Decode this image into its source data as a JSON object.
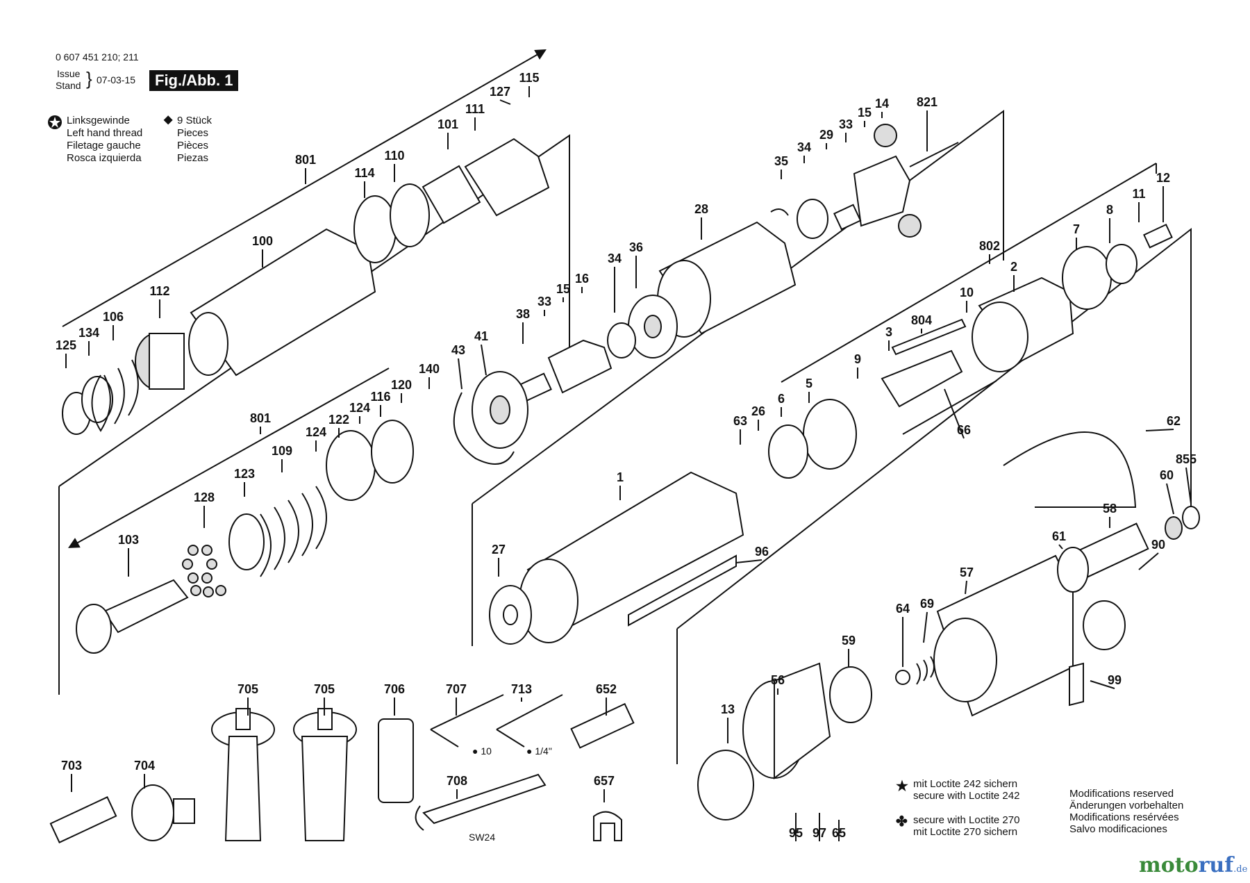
{
  "header": {
    "part_numbers": "0 607 451 210; 211",
    "issue_label": "Issue",
    "stand_label": "Stand",
    "date": "07-03-15",
    "figure": "Fig./Abb. 1"
  },
  "legend": {
    "left_hand_thread": [
      "Linksgewinde",
      "Left hand thread",
      "Filetage gauche",
      "Rosca izquierda"
    ],
    "pieces": [
      "9 Stück",
      "Pieces",
      "Pièces",
      "Piezas"
    ]
  },
  "notes": {
    "loctite_242": [
      "mit Loctite 242 sichern",
      "secure with Loctite 242"
    ],
    "loctite_270": [
      "secure with Loctite 270",
      "mit Loctite 270 sichern"
    ],
    "modifications": [
      "Modifications reserved",
      "Änderungen vorbehalten",
      "Modifications resérvées",
      "Salvo modificaciones"
    ]
  },
  "tool_labels": {
    "hex_10": "10",
    "hex_quarter": "1/4\"",
    "wrench": "SW24"
  },
  "watermark": {
    "part1": "moto",
    "part2": "ruf",
    "tld": ".de"
  },
  "parts": [
    {
      "label": "801",
      "name": "part-801-top"
    },
    {
      "label": "114",
      "name": "part-114"
    },
    {
      "label": "110",
      "name": "part-110"
    },
    {
      "label": "101",
      "name": "part-101"
    },
    {
      "label": "111",
      "name": "part-111"
    },
    {
      "label": "127",
      "name": "part-127"
    },
    {
      "label": "115",
      "name": "part-115"
    },
    {
      "label": "100",
      "name": "part-100"
    },
    {
      "label": "112",
      "name": "part-112"
    },
    {
      "label": "106",
      "name": "part-106"
    },
    {
      "label": "134",
      "name": "part-134"
    },
    {
      "label": "125",
      "name": "part-125"
    },
    {
      "label": "821",
      "name": "part-821"
    },
    {
      "label": "14",
      "name": "part-14"
    },
    {
      "label": "15",
      "name": "part-15-top"
    },
    {
      "label": "33",
      "name": "part-33-top"
    },
    {
      "label": "29",
      "name": "part-29"
    },
    {
      "label": "34",
      "name": "part-34-top"
    },
    {
      "label": "35",
      "name": "part-35"
    },
    {
      "label": "28",
      "name": "part-28"
    },
    {
      "label": "12",
      "name": "part-12"
    },
    {
      "label": "11",
      "name": "part-11"
    },
    {
      "label": "8",
      "name": "part-8"
    },
    {
      "label": "7",
      "name": "part-7"
    },
    {
      "label": "802",
      "name": "part-802"
    },
    {
      "label": "2",
      "name": "part-2"
    },
    {
      "label": "10",
      "name": "part-10"
    },
    {
      "label": "804",
      "name": "part-804"
    },
    {
      "label": "3",
      "name": "part-3"
    },
    {
      "label": "9",
      "name": "part-9"
    },
    {
      "label": "5",
      "name": "part-5"
    },
    {
      "label": "6",
      "name": "part-6"
    },
    {
      "label": "26",
      "name": "part-26"
    },
    {
      "label": "63",
      "name": "part-63"
    },
    {
      "label": "66",
      "name": "part-66"
    },
    {
      "label": "36",
      "name": "part-36"
    },
    {
      "label": "34",
      "name": "part-34-mid"
    },
    {
      "label": "16",
      "name": "part-16"
    },
    {
      "label": "15",
      "name": "part-15-mid"
    },
    {
      "label": "33",
      "name": "part-33-mid"
    },
    {
      "label": "38",
      "name": "part-38"
    },
    {
      "label": "41",
      "name": "part-41"
    },
    {
      "label": "43",
      "name": "part-43"
    },
    {
      "label": "140",
      "name": "part-140"
    },
    {
      "label": "120",
      "name": "part-120"
    },
    {
      "label": "116",
      "name": "part-116"
    },
    {
      "label": "124",
      "name": "part-124-a"
    },
    {
      "label": "122",
      "name": "part-122"
    },
    {
      "label": "124",
      "name": "part-124-b"
    },
    {
      "label": "801",
      "name": "part-801-bottom"
    },
    {
      "label": "109",
      "name": "part-109"
    },
    {
      "label": "123",
      "name": "part-123"
    },
    {
      "label": "128",
      "name": "part-128"
    },
    {
      "label": "103",
      "name": "part-103"
    },
    {
      "label": "1",
      "name": "part-1"
    },
    {
      "label": "27",
      "name": "part-27"
    },
    {
      "label": "96",
      "name": "part-96"
    },
    {
      "label": "62",
      "name": "part-62"
    },
    {
      "label": "855",
      "name": "part-855"
    },
    {
      "label": "60",
      "name": "part-60"
    },
    {
      "label": "58",
      "name": "part-58"
    },
    {
      "label": "61",
      "name": "part-61"
    },
    {
      "label": "57",
      "name": "part-57"
    },
    {
      "label": "90",
      "name": "part-90"
    },
    {
      "label": "69",
      "name": "part-69"
    },
    {
      "label": "64",
      "name": "part-64"
    },
    {
      "label": "59",
      "name": "part-59"
    },
    {
      "label": "56",
      "name": "part-56"
    },
    {
      "label": "99",
      "name": "part-99"
    },
    {
      "label": "13",
      "name": "part-13"
    },
    {
      "label": "95",
      "name": "part-95"
    },
    {
      "label": "97",
      "name": "part-97"
    },
    {
      "label": "65",
      "name": "part-65"
    },
    {
      "label": "705",
      "name": "part-705-a"
    },
    {
      "label": "705",
      "name": "part-705-b"
    },
    {
      "label": "706",
      "name": "part-706"
    },
    {
      "label": "707",
      "name": "part-707"
    },
    {
      "label": "713",
      "name": "part-713"
    },
    {
      "label": "652",
      "name": "part-652"
    },
    {
      "label": "703",
      "name": "part-703"
    },
    {
      "label": "704",
      "name": "part-704"
    },
    {
      "label": "708",
      "name": "part-708"
    },
    {
      "label": "657",
      "name": "part-657"
    }
  ]
}
